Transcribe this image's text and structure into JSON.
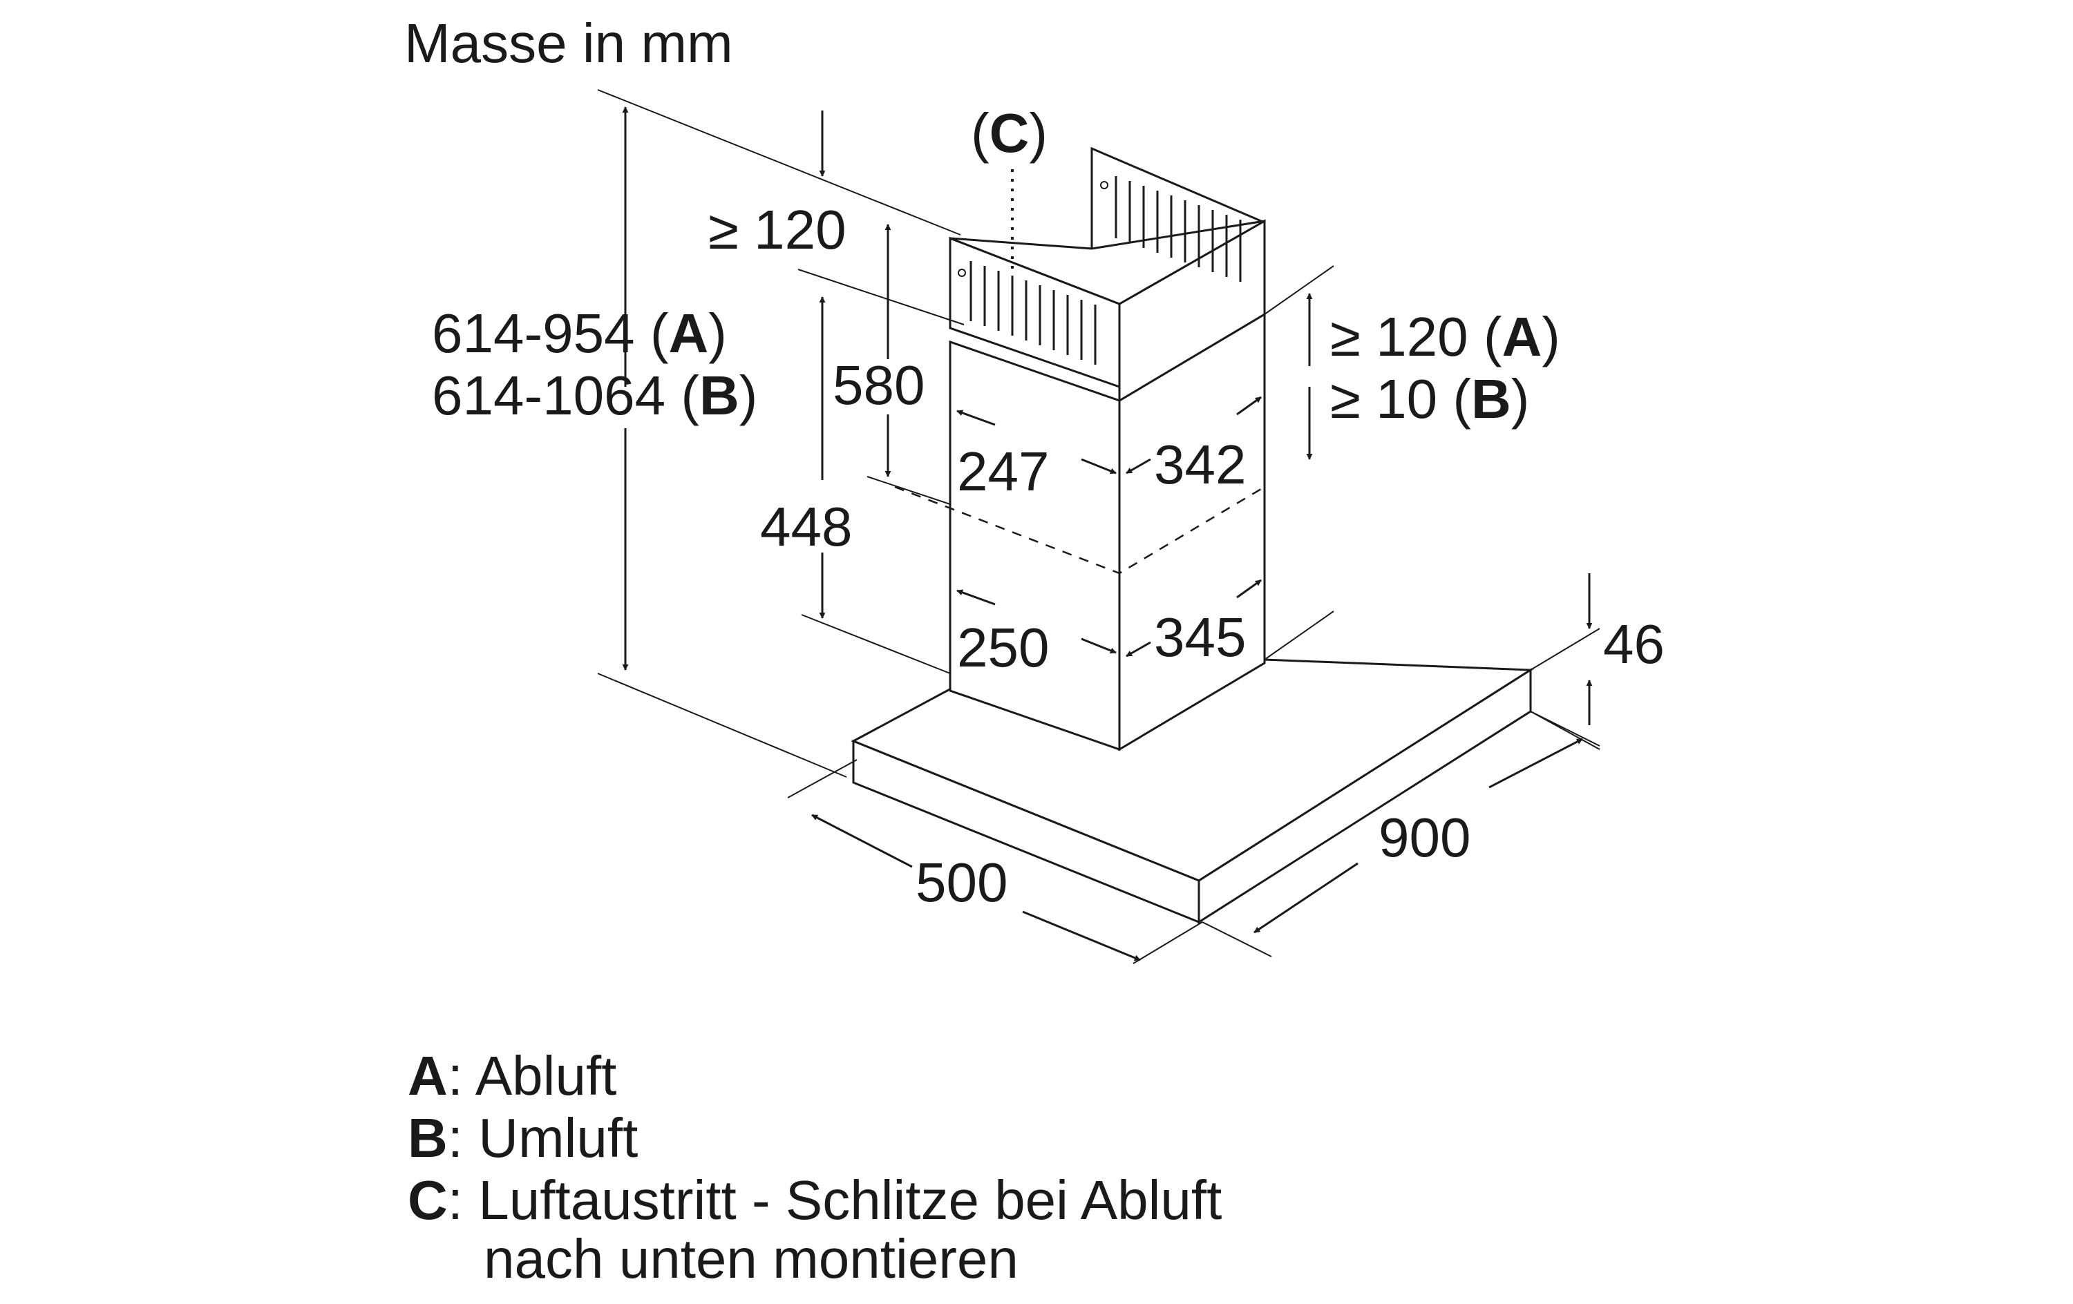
{
  "title": "Masse in mm",
  "dimensions": {
    "total_height_a": "614-954 (",
    "total_height_a_key": "A",
    "total_height_b": "614-1064 (",
    "total_height_b_key": "B",
    "close_paren": ")",
    "gap_top": "≥ 120",
    "upper_chimney_height": "580",
    "lower_chimney_height": "448",
    "upper_chimney_width": "247",
    "upper_chimney_depth": "342",
    "lower_chimney_width": "250",
    "lower_chimney_depth": "345",
    "right_gap_a": "≥ 120 (",
    "right_gap_a_key": "A",
    "right_gap_b": "≥ 10 (",
    "right_gap_b_key": "B",
    "hood_thickness": "46",
    "hood_depth": "500",
    "hood_width": "900",
    "callout_open": "(",
    "callout_key": "C",
    "callout_close": ")"
  },
  "legend": [
    {
      "key": "A",
      "text": ": Abluft"
    },
    {
      "key": "B",
      "text": ": Umluft"
    },
    {
      "key": "C",
      "text": ": Luftaustritt - Schlitze bei Abluft"
    },
    {
      "key": "",
      "text": "nach unten montieren"
    }
  ]
}
